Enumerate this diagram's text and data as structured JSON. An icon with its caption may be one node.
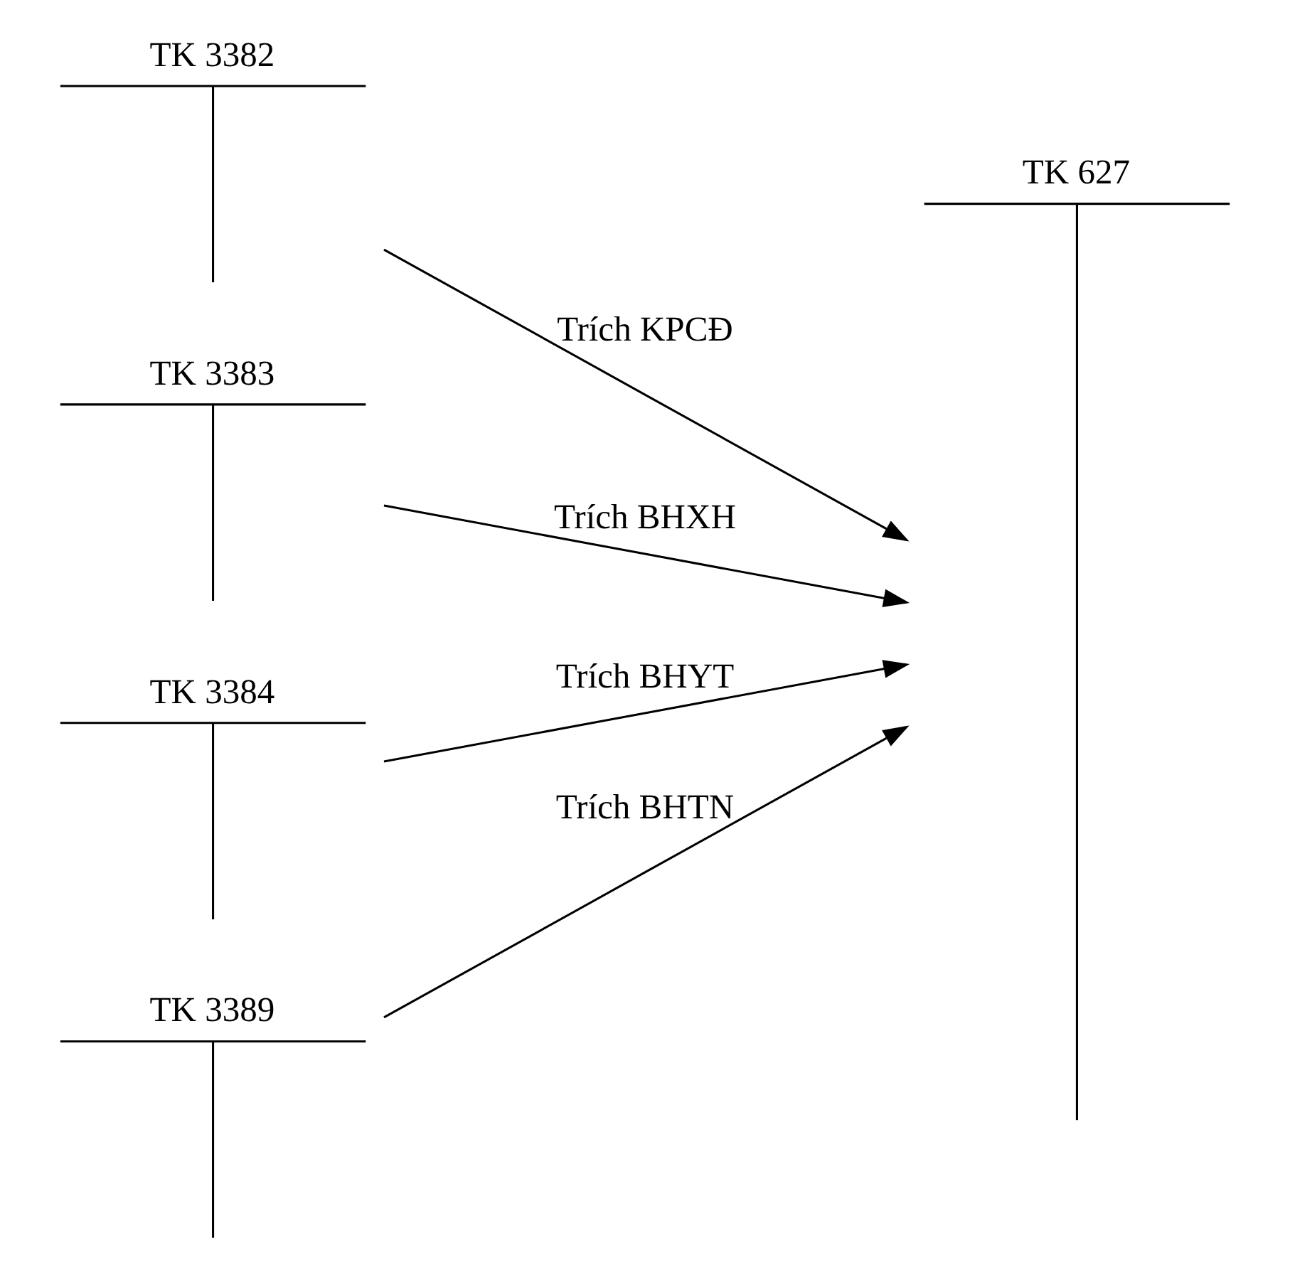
{
  "diagram": {
    "nodes": [
      {
        "text": [
          "TK 3382"
        ]
      },
      {
        "text": [
          "TK 627"
        ]
      },
      {
        "text": [
          "TK 3383"
        ]
      },
      {
        "text": [
          "TK 3384"
        ]
      },
      {
        "text": [
          "TK 3389"
        ]
      }
    ],
    "edges": [
      {
        "from": 0,
        "to": 1,
        "arrow": "to",
        "label": "Trích KPCĐ"
      },
      {
        "from": 2,
        "to": 1,
        "arrow": "to",
        "label": "Trích BHXH"
      },
      {
        "from": 3,
        "to": 1,
        "arrow": "to",
        "label": "Trích BHYT"
      },
      {
        "from": 4,
        "to": 1,
        "arrow": "to",
        "label": "Trích BHTN"
      }
    ]
  }
}
